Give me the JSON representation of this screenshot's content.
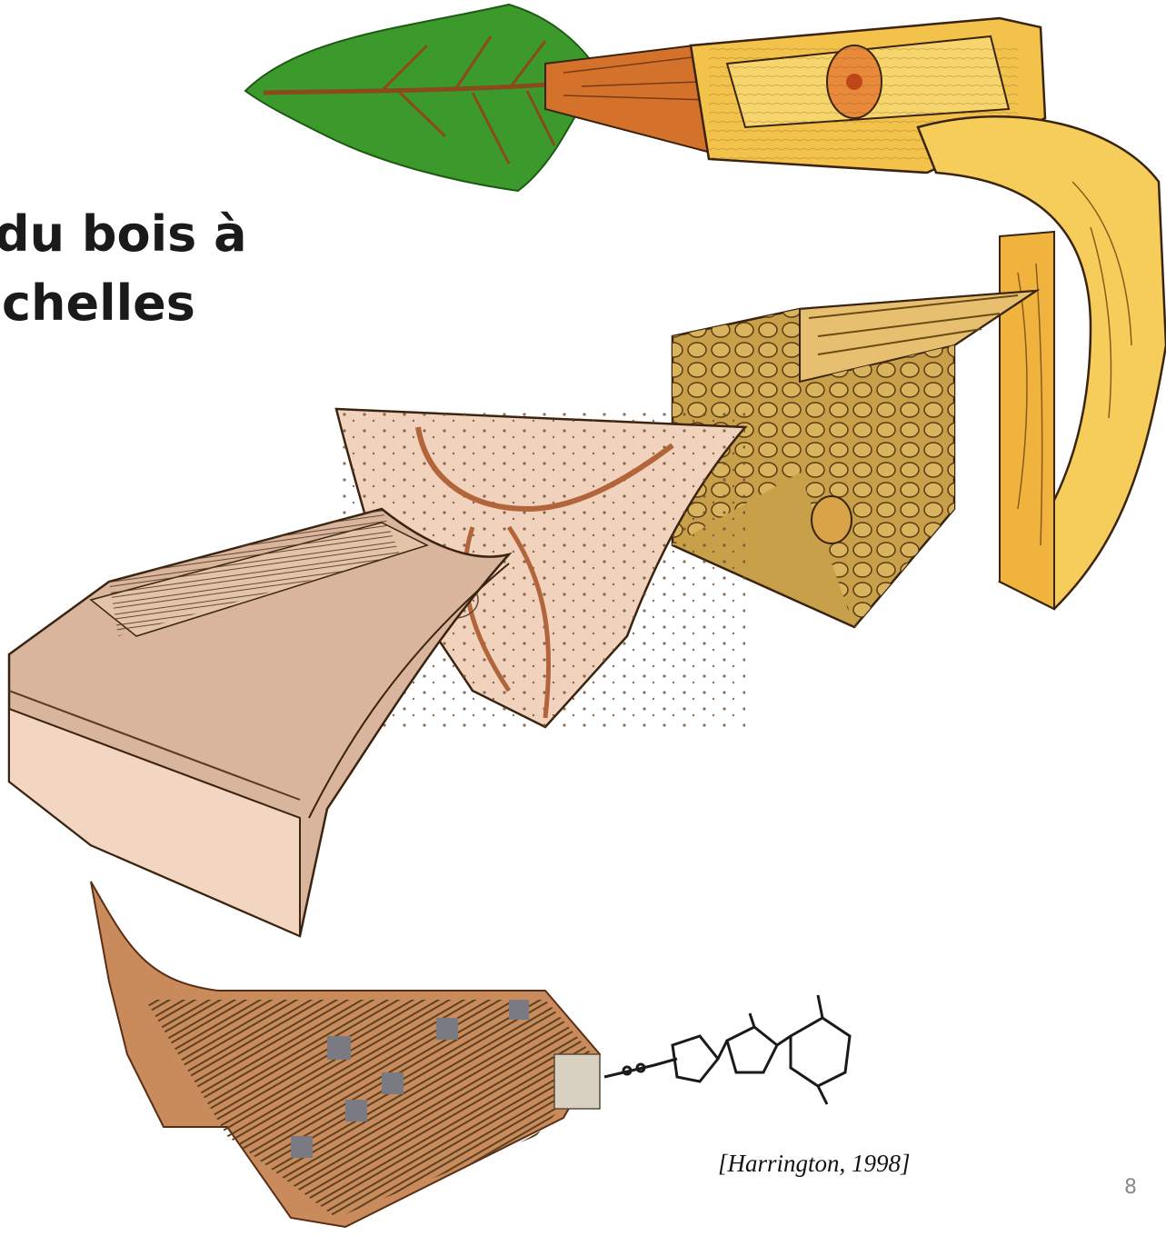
{
  "slide": {
    "title_lines": [
      "du bois à",
      "chelles"
    ],
    "citation": "[Harrington, 1998]",
    "page_number": "8"
  },
  "illustration": {
    "panels": [
      "leaf-and-branch",
      "trunk-log-section",
      "sawn-board",
      "wood-cell-block",
      "cell-wall-layers",
      "wall-lamellae",
      "microfibril-bundle",
      "cellulose-molecule"
    ],
    "colors": {
      "leaf": "#3c9a2c",
      "branch": "#d4712a",
      "log": "#f2c24a",
      "board": "#f6cd5a",
      "cell_block": "#c8a04a",
      "cell_wall": "#f1d2bd",
      "lamellae": "#d8b59c",
      "fibrils": "#9a7a48",
      "outline": "#3a2410"
    }
  }
}
